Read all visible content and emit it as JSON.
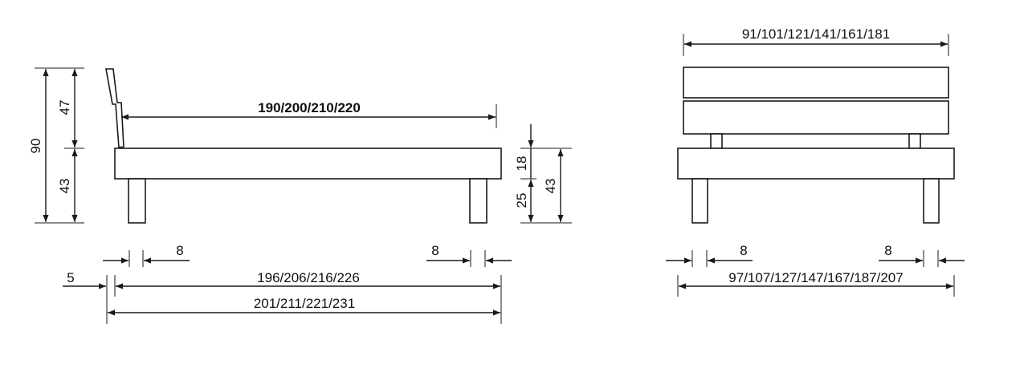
{
  "side_view": {
    "total_height": "90",
    "headboard_height": "47",
    "frame_height": "43",
    "mattress_length": "190/200/210/220",
    "base_height_right": "43",
    "mattress_thickness": "18",
    "leg_height": "25",
    "leg_inset_left": "8",
    "leg_inset_right": "8",
    "headboard_offset": "5",
    "frame_length": "196/206/216/226",
    "total_length": "201/211/221/231"
  },
  "front_view": {
    "mattress_width": "91/101/121/141/161/181",
    "leg_inset_left": "8",
    "leg_inset_right": "8",
    "total_width": "97/107/127/147/167/187/207"
  }
}
